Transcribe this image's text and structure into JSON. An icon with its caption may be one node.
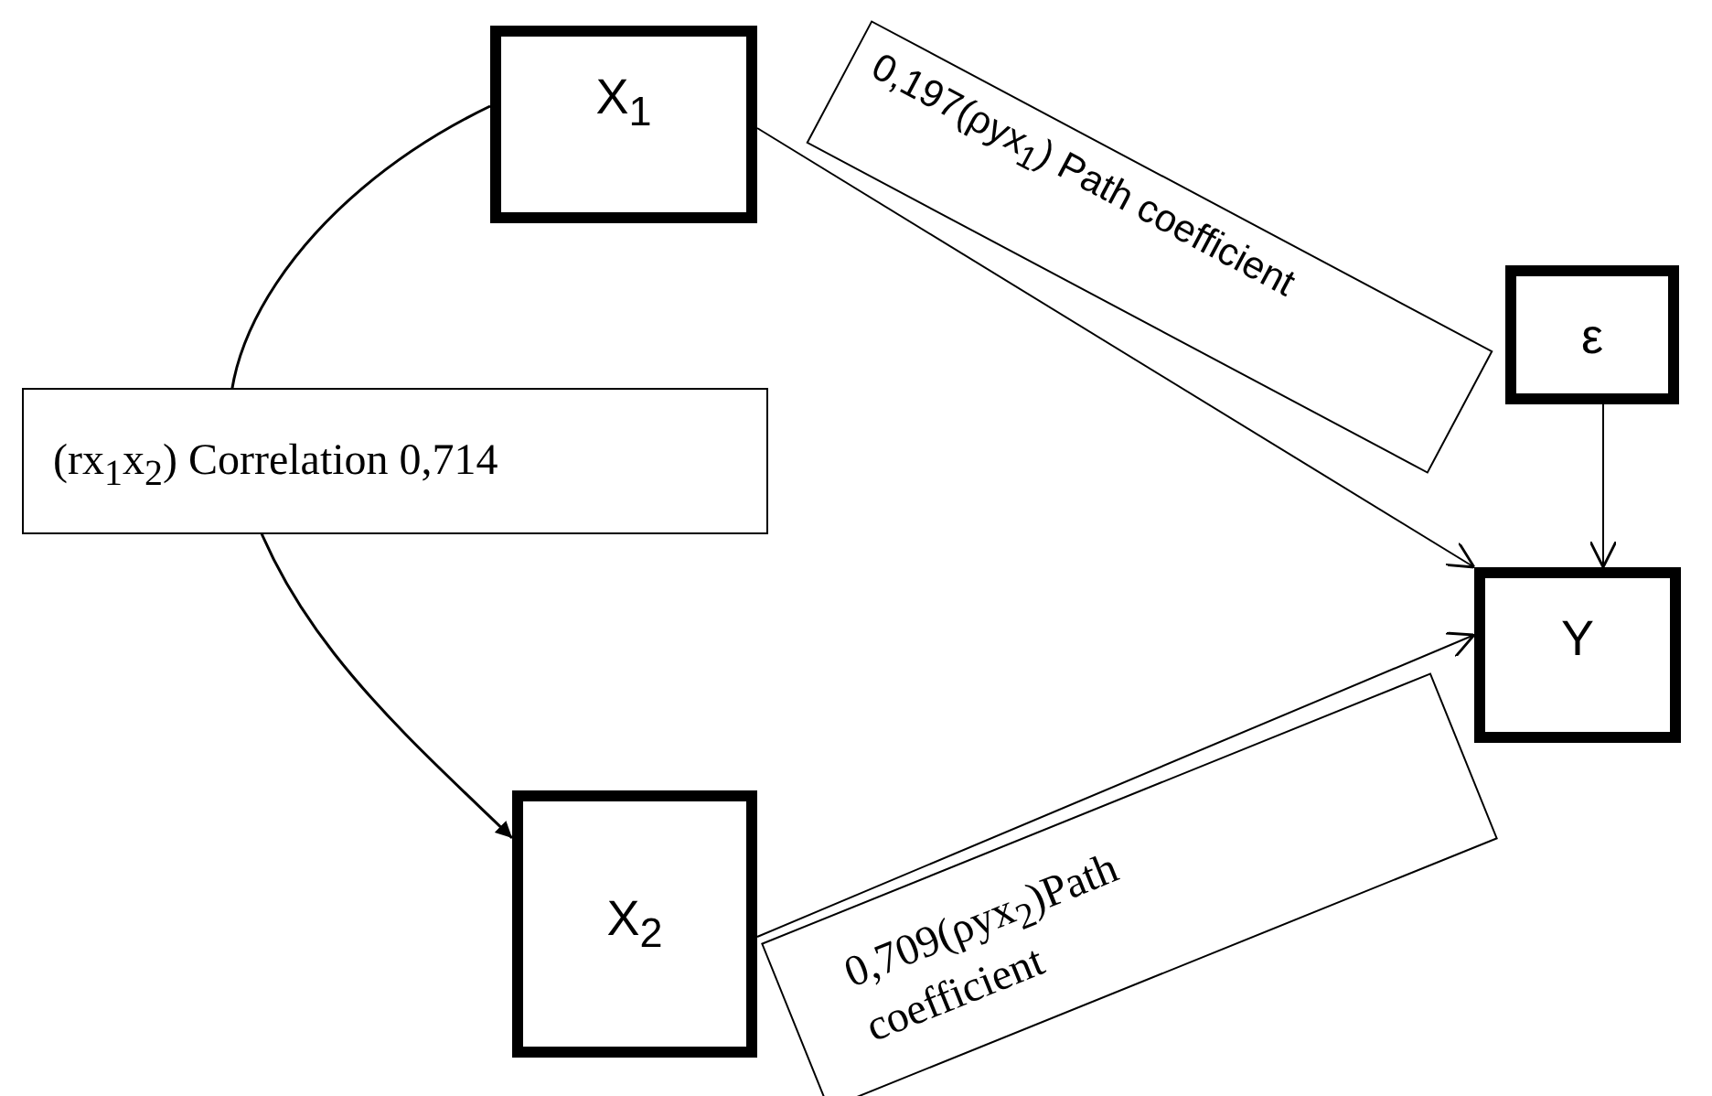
{
  "diagram": {
    "nodes": [
      {
        "text": [
          "X$_{1}$"
        ]
      },
      {
        "text": [
          "X$_{2}$"
        ]
      },
      {
        "text": [
          "ε"
        ]
      },
      {
        "text": [
          "Y"
        ]
      }
    ],
    "edges": [
      {
        "from": 0,
        "to": 1,
        "arrow": "to",
        "label": "(rx$_{1}$x$_{2}$) Correlation 0,714"
      },
      {
        "from": 0,
        "to": 3,
        "arrow": "to",
        "label": "0,197(ρyx$_{1}$) Path coefficient"
      },
      {
        "from": 1,
        "to": 3,
        "arrow": "to",
        "label": "0,709(ρyx$_{2}$)Path coefficient"
      },
      {
        "from": 2,
        "to": 3,
        "arrow": "to"
      }
    ]
  }
}
